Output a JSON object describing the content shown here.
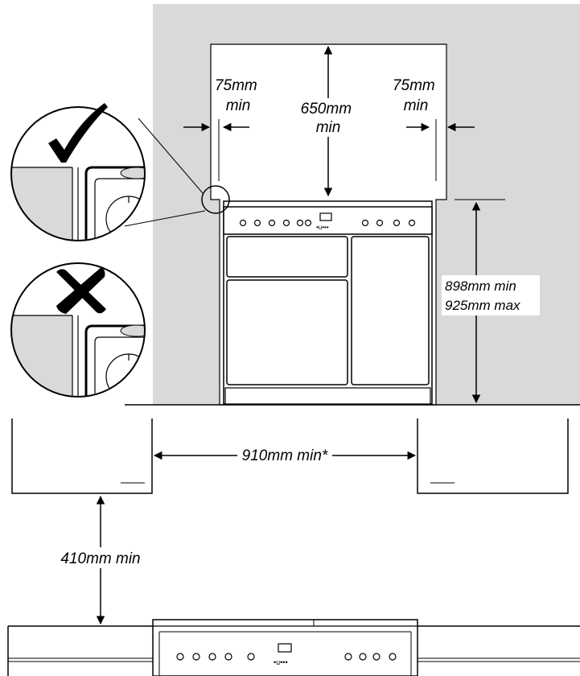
{
  "labels": {
    "left_clearance": [
      "75mm",
      "min"
    ],
    "right_clearance": [
      "75mm",
      "min"
    ],
    "top_clearance": [
      "650mm",
      "min"
    ],
    "height_range": [
      "898mm min",
      "925mm max"
    ],
    "cabinet_gap": "910mm min*",
    "front_clearance": "410mm min"
  },
  "insets": [
    {
      "mark": "check",
      "meaning": "correct installation"
    },
    {
      "mark": "cross",
      "meaning": "incorrect installation"
    }
  ],
  "colors": {
    "wall": "#d9d9d9",
    "line": "#000000",
    "background": "#ffffff"
  }
}
